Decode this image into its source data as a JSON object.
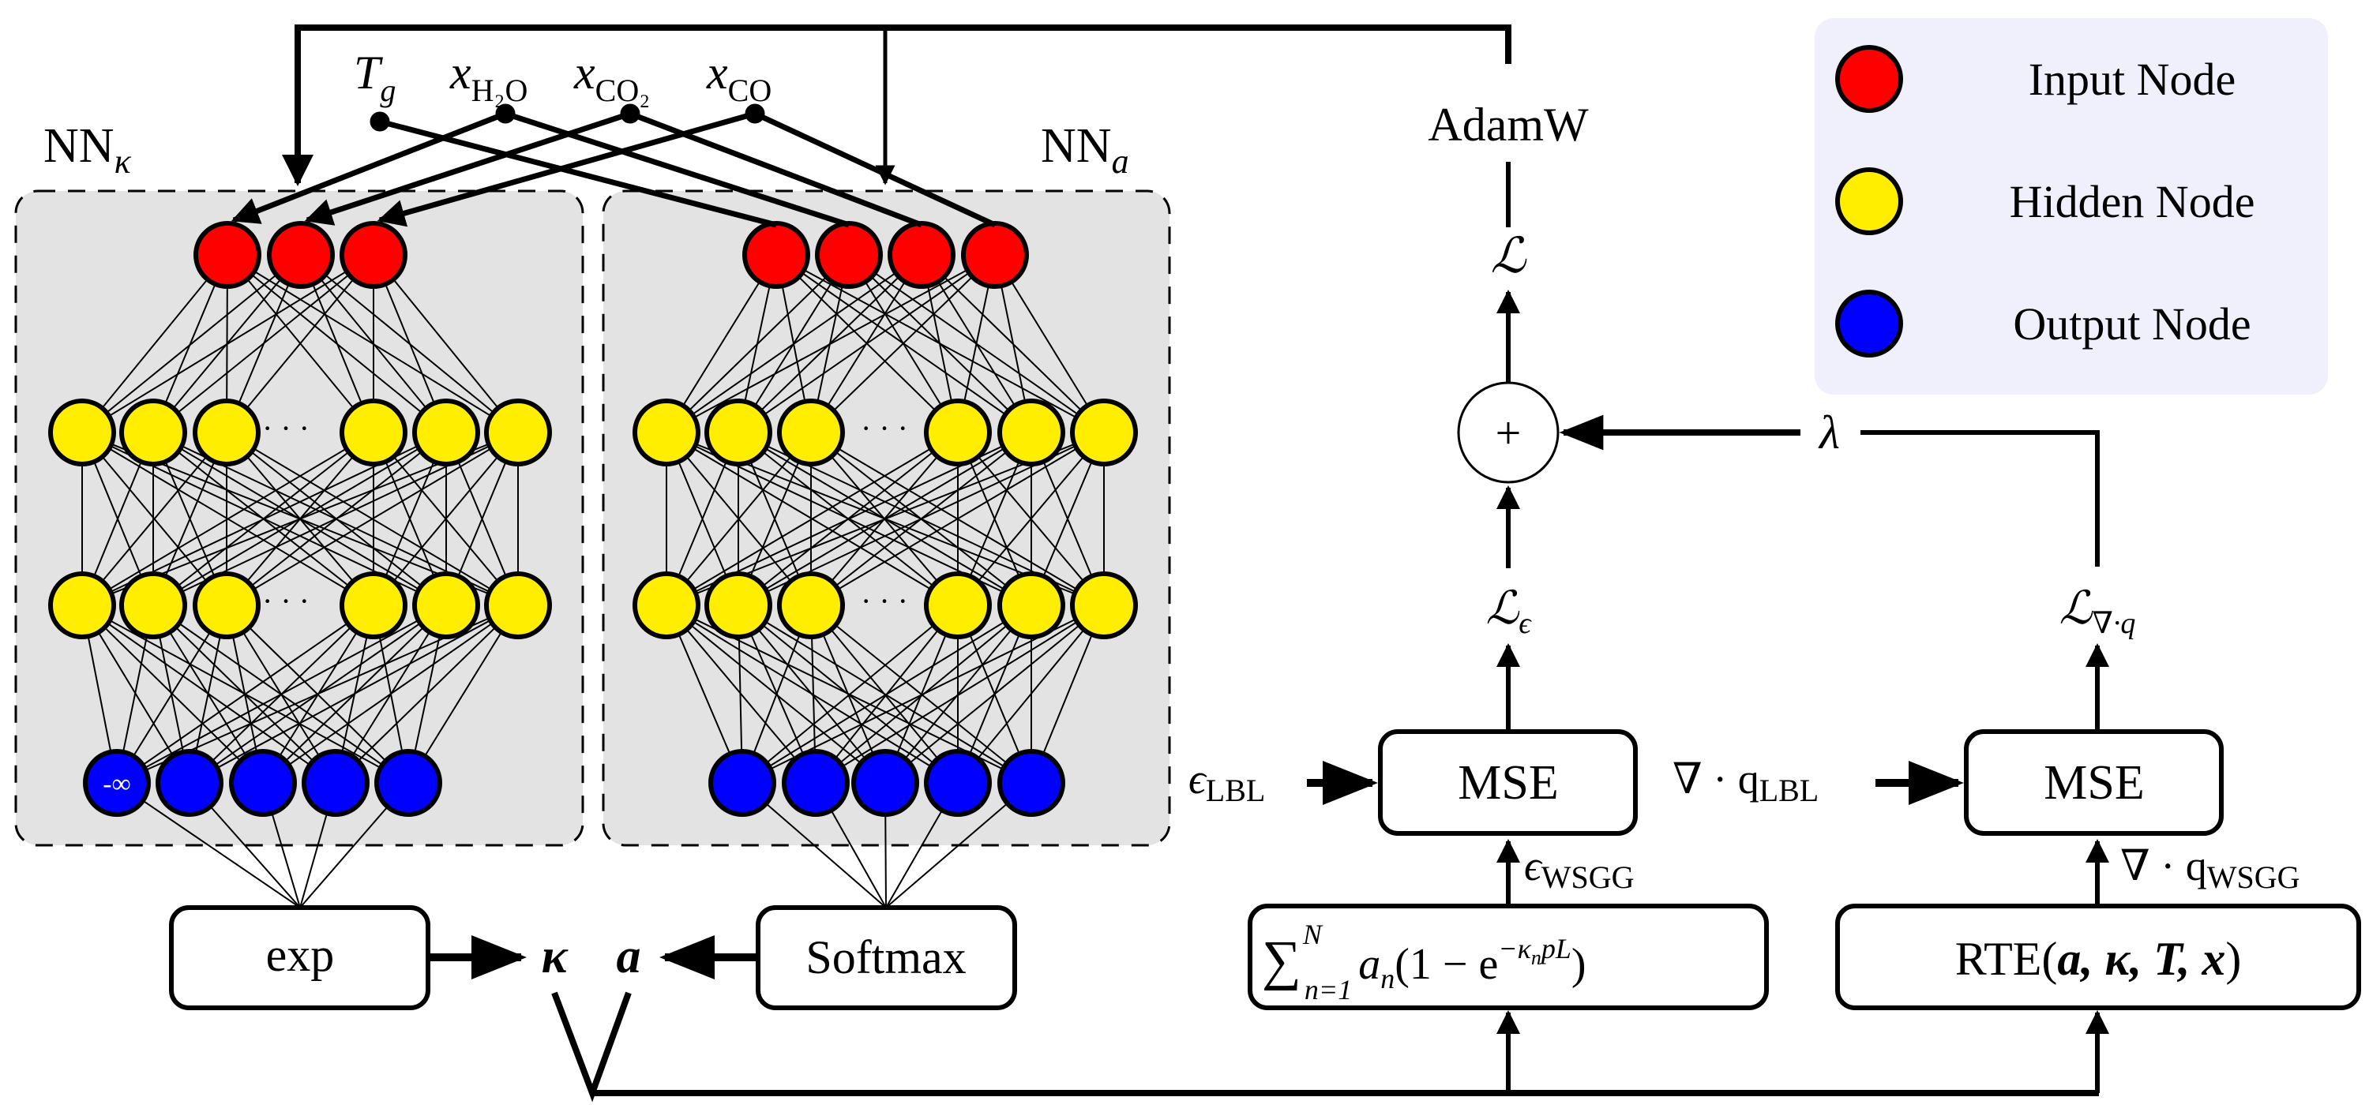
{
  "colors": {
    "input_node": "#ff0000",
    "hidden_node": "#ffee00",
    "output_node": "#0000ff",
    "nn_panel": "#e3e3e3",
    "legend_bg": "#eff0fb"
  },
  "inputs": [
    {
      "main": "T",
      "sub": "g"
    },
    {
      "main": "x",
      "sub": "H₂O"
    },
    {
      "main": "x",
      "sub": "CO₂"
    },
    {
      "main": "x",
      "sub": "CO"
    }
  ],
  "networks": {
    "kappa": {
      "label": "NN",
      "sub": "κ",
      "input_count": 3,
      "hidden_layers": 2,
      "hidden_ellipsis": "· · ·",
      "output_count": 5,
      "special_output": "-∞"
    },
    "a": {
      "label": "NN",
      "sub": "a",
      "input_count": 4,
      "hidden_layers": 2,
      "hidden_ellipsis": "· · ·",
      "output_count": 5
    }
  },
  "boxes": {
    "exp": "exp",
    "softmax": "Softmax",
    "mse_left": "MSE",
    "mse_right": "MSE",
    "wsgg_sum": "∑",
    "wsgg_sum_upper": "N",
    "wsgg_sum_lower": "n=1",
    "wsgg_body": "a",
    "wsgg_body_sub": "n",
    "wsgg_paren": "(1 − e",
    "wsgg_exp": "−κ",
    "wsgg_exp_sub": "n",
    "wsgg_exp_tail": "pL",
    "wsgg_close": ")",
    "rte_prefix": "RTE(",
    "rte_args": "a, κ, T, x",
    "rte_suffix": ")"
  },
  "labels": {
    "kappa": "κ",
    "a": "a",
    "optimizer": "AdamW",
    "loss": "ℒ",
    "loss_eps": "ℒ",
    "loss_eps_sub": "ϵ",
    "loss_div": "ℒ",
    "loss_div_sub": "∇·q",
    "lambda": "λ",
    "plus": "+",
    "eps_lbl": "ϵ",
    "eps_lbl_sub": "LBL",
    "eps_wsgg": "ϵ",
    "eps_wsgg_sub": "WSGG",
    "divq_lbl": "∇ · q",
    "divq_lbl_sub": "LBL",
    "divq_wsgg": "∇ · q",
    "divq_wsgg_sub": "WSGG"
  },
  "legend": [
    {
      "label": "Input Node",
      "kind": "input"
    },
    {
      "label": "Hidden Node",
      "kind": "hidden"
    },
    {
      "label": "Output Node",
      "kind": "output"
    }
  ]
}
